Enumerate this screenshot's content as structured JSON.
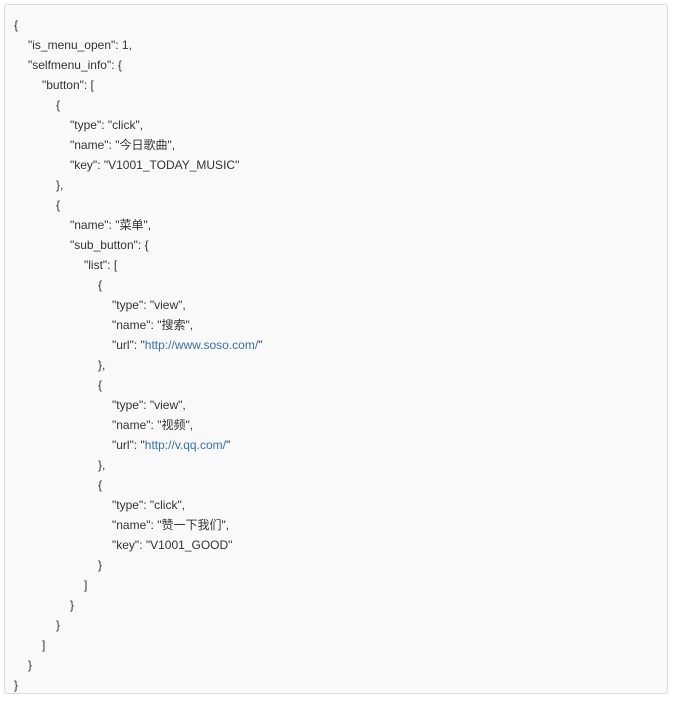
{
  "code": {
    "language": "json",
    "lines": [
      {
        "indent": 0,
        "text": "{"
      },
      {
        "indent": 1,
        "text": "\"is_menu_open\": 1,"
      },
      {
        "indent": 1,
        "text": "\"selfmenu_info\": {"
      },
      {
        "indent": 2,
        "text": "\"button\": ["
      },
      {
        "indent": 3,
        "text": "{"
      },
      {
        "indent": 4,
        "text": "\"type\": \"click\","
      },
      {
        "indent": 4,
        "text": "\"name\": \"今日歌曲\","
      },
      {
        "indent": 4,
        "text": "\"key\": \"V1001_TODAY_MUSIC\""
      },
      {
        "indent": 3,
        "text": "},"
      },
      {
        "indent": 3,
        "text": "{"
      },
      {
        "indent": 4,
        "text": "\"name\": \"菜单\","
      },
      {
        "indent": 4,
        "text": "\"sub_button\": {"
      },
      {
        "indent": 5,
        "text": "\"list\": ["
      },
      {
        "indent": 6,
        "text": "{"
      },
      {
        "indent": 7,
        "text": "\"type\": \"view\","
      },
      {
        "indent": 7,
        "text": "\"name\": \"搜索\","
      },
      {
        "indent": 7,
        "pre": "\"url\": \"",
        "url": "http://www.soso.com/",
        "post": "\""
      },
      {
        "indent": 6,
        "text": "},"
      },
      {
        "indent": 6,
        "text": "{"
      },
      {
        "indent": 7,
        "text": "\"type\": \"view\","
      },
      {
        "indent": 7,
        "text": "\"name\": \"视频\","
      },
      {
        "indent": 7,
        "pre": "\"url\": \"",
        "url": "http://v.qq.com/",
        "post": "\""
      },
      {
        "indent": 6,
        "text": "},"
      },
      {
        "indent": 6,
        "text": "{"
      },
      {
        "indent": 7,
        "text": "\"type\": \"click\","
      },
      {
        "indent": 7,
        "text": "\"name\": \"赞一下我们\","
      },
      {
        "indent": 7,
        "text": "\"key\": \"V1001_GOOD\""
      },
      {
        "indent": 6,
        "text": "}"
      },
      {
        "indent": 5,
        "text": "]"
      },
      {
        "indent": 4,
        "text": "}"
      },
      {
        "indent": 3,
        "text": "}"
      },
      {
        "indent": 2,
        "text": "]"
      },
      {
        "indent": 1,
        "text": "}"
      },
      {
        "indent": 0,
        "text": "}"
      }
    ]
  },
  "colors": {
    "text": "#333333",
    "link": "#3a6fa8",
    "border": "#dcdcdc",
    "background": "#f9f9f9"
  }
}
